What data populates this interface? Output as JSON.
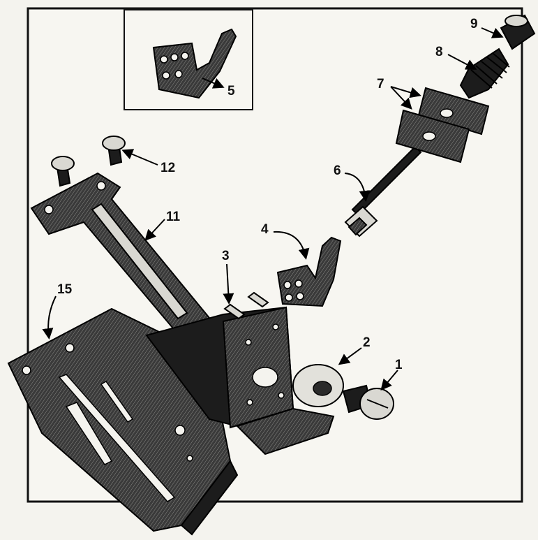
{
  "figure": {
    "callouts": [
      "1",
      "2",
      "3",
      "4",
      "5",
      "6",
      "7",
      "8",
      "9",
      "11",
      "12",
      "15"
    ]
  }
}
